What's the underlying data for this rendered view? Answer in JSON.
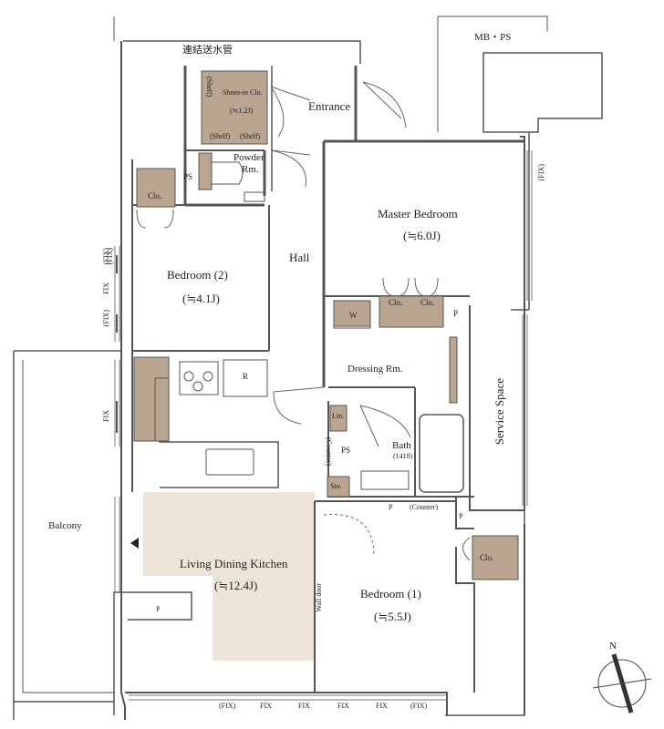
{
  "plan": {
    "rooms": {
      "living": {
        "name": "Living Dining Kitchen",
        "area": "(≒12.4J)"
      },
      "master": {
        "name": "Master Bedroom",
        "area": "(≒6.0J)"
      },
      "bed2": {
        "name": "Bedroom (2)",
        "area": "(≒4.1J)"
      },
      "bed1": {
        "name": "Bedroom (1)",
        "area": "(≒5.5J)"
      },
      "entrance": "Entrance",
      "hall": "Hall",
      "powder": [
        "Powder",
        "Rm."
      ],
      "dressing": "Dressing Rm.",
      "bath": {
        "name": "Bath",
        "size": "(1418)"
      },
      "balcony": "Balcony",
      "service": "Service Space"
    },
    "storage": {
      "shoes": {
        "name": "Shoes-in Clo.",
        "area": "(≒1.2J)",
        "shelf": "(Shelf)"
      },
      "clo": "Clo.",
      "lin": "Lin.",
      "sto": "Sto.",
      "w": "W",
      "r": "R",
      "p": "P",
      "ps": "PS",
      "counter": "(Counter)"
    },
    "labels": {
      "pipe": "連結送水管",
      "mbps": "MB・PS",
      "wall_door": "Wall door",
      "fix": "FIX",
      "fix_paren": "(FIX)"
    },
    "compass": {
      "north": "N"
    },
    "colors": {
      "wall": "#555555",
      "storage": "#b9a590",
      "ldk": "#ece5d8",
      "line": "#666666"
    }
  }
}
